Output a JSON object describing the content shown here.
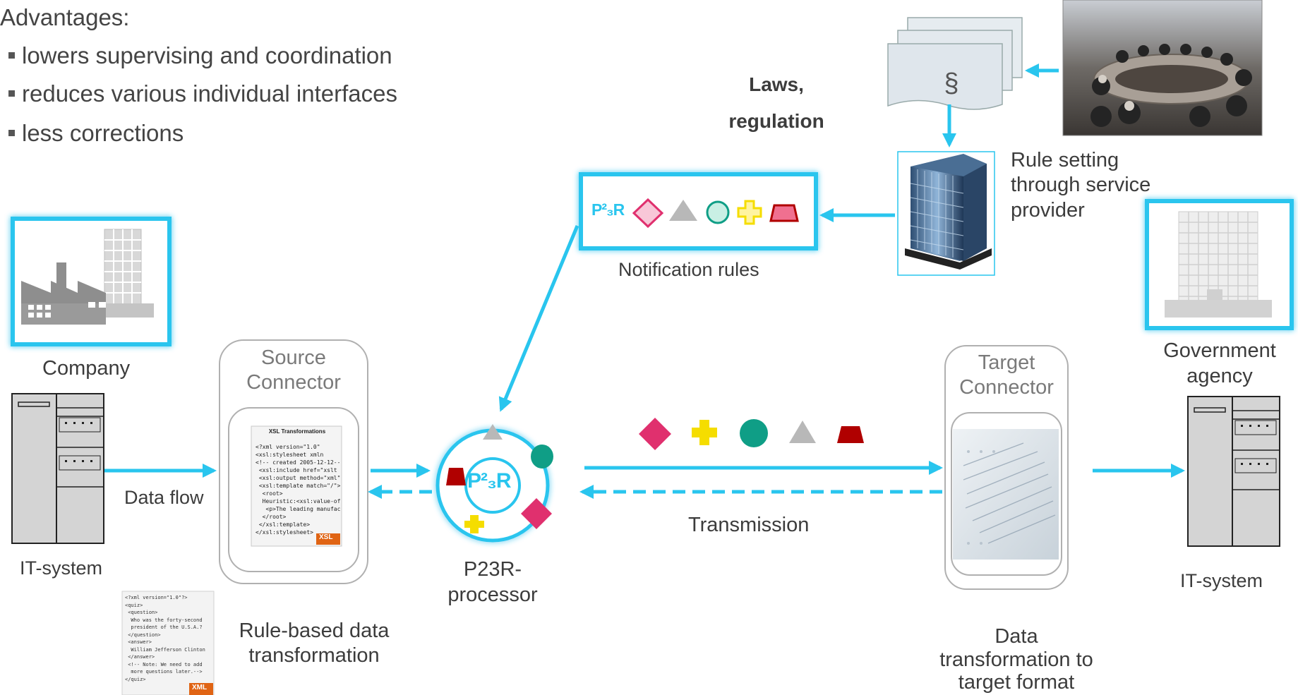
{
  "advantages": {
    "heading": "Advantages:",
    "items": [
      "lowers supervising and coordination",
      "reduces various individual interfaces",
      "less corrections"
    ]
  },
  "laws": {
    "line1": "Laws,",
    "line2": "regulation",
    "symbol": "§"
  },
  "rule_setting": {
    "line1": "Rule setting",
    "line2": "through service",
    "line3": "provider"
  },
  "notification_rules": {
    "label": "Notification rules",
    "logo": "P²₃R"
  },
  "company": {
    "label": "Company"
  },
  "government": {
    "line1": "Government",
    "line2": "agency"
  },
  "source_connector": {
    "line1": "Source",
    "line2": "Connector"
  },
  "target_connector": {
    "line1": "Target",
    "line2": "Connector"
  },
  "data_flow": {
    "label": "Data flow"
  },
  "it_system_left": {
    "label": "IT-system"
  },
  "it_system_right": {
    "label": "IT-system"
  },
  "processor": {
    "line1": "P23R-",
    "line2": "processor",
    "logo": "P²₃R"
  },
  "transmission": {
    "label": "Transmission"
  },
  "rule_based": {
    "line1": "Rule-based data",
    "line2": "transformation"
  },
  "data_transformation": {
    "line1": "Data",
    "line2": "transformation to",
    "line3": "target format"
  },
  "xsl_doc": {
    "title": "XSL Transformations",
    "lines": [
      "<?xml version=\"1.0\"",
      "<xsl:stylesheet xmln",
      "<!-- created 2005-12-12-->",
      " <xsl:include href=\"xslt",
      " <xsl:output method=\"xml\"",
      " <xsl:template match=\"/\">",
      "  <root>",
      "  Heuristic:<xsl:value-of",
      "   <p>The leading manufact",
      "  </root>",
      " </xsl:template>",
      "</xsl:stylesheet>"
    ],
    "badge": "XSL"
  },
  "xml_doc": {
    "lines": [
      "<?xml version=\"1.0\"?>",
      "<quiz>",
      " <question>",
      "  Who was the forty-second",
      "  president of the U.S.A.?",
      " </question>",
      " <answer>",
      "  William Jefferson Clinton",
      " </answer>",
      " <!-- Note: We need to add",
      "  more questions later.-->",
      "</quiz>"
    ],
    "badge": "XML"
  },
  "colors": {
    "accent": "#29c5ee",
    "magenta": "#e0306e",
    "yellow": "#f5dd00",
    "teal": "#0f9e86",
    "gray": "#b8b8b8",
    "darkred": "#b00000"
  }
}
